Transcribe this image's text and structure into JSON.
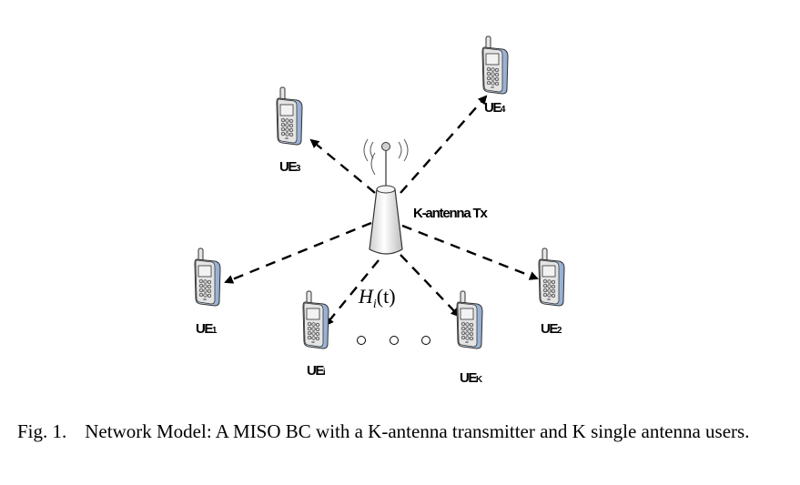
{
  "figure": {
    "transmitter_label": "K-antenna Tx",
    "channel_label": {
      "symbol": "H",
      "subscript": "i",
      "arg": "(t)"
    },
    "users": [
      {
        "id": "UE1",
        "prefix": "UE",
        "index": "1"
      },
      {
        "id": "UE2",
        "prefix": "UE",
        "index": "2"
      },
      {
        "id": "UE3",
        "prefix": "UE",
        "index": "3"
      },
      {
        "id": "UE4",
        "prefix": "UE",
        "index": "4"
      },
      {
        "id": "UEi",
        "prefix": "UE",
        "index": "i"
      },
      {
        "id": "UEK",
        "prefix": "UE",
        "index": "K"
      }
    ],
    "ellipsis": "○ ○ ○"
  },
  "caption": {
    "number": "Fig. 1.",
    "text": "Network Model: A MISO BC with a K-antenna transmitter and K single antenna users."
  }
}
